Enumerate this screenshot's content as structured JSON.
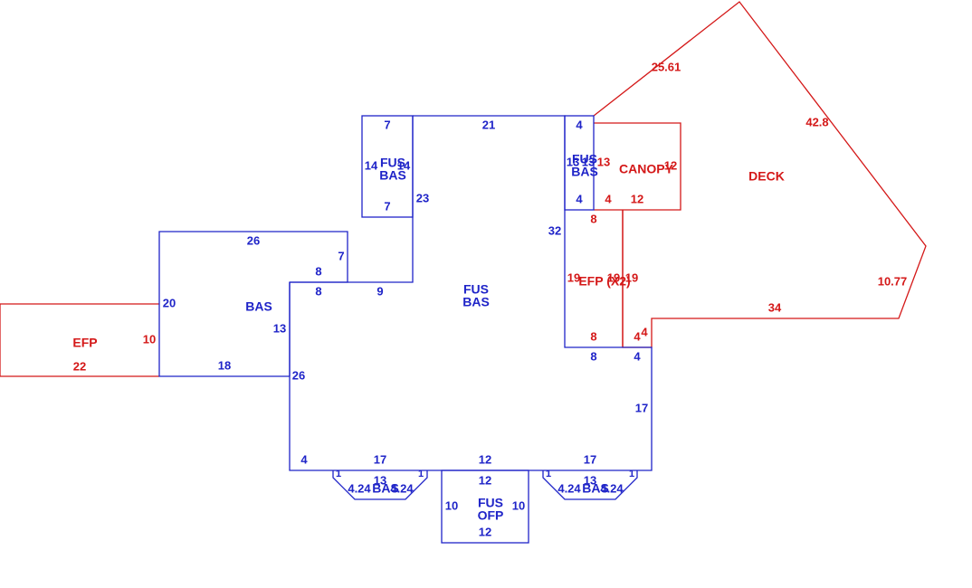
{
  "colors": {
    "living": "#1f24c8",
    "other": "#d41818",
    "background": "#ffffff"
  },
  "labels": {
    "fus_bas_main_1": "FUS",
    "fus_bas_main_2": "BAS",
    "fus_bas_top_1": "FUS",
    "fus_bas_top_2": "BAS",
    "fus_bas_right_1": "FUS",
    "fus_bas_right_2": "BAS",
    "fus_ofp_1": "FUS",
    "fus_ofp_2": "OFP",
    "bas_left": "BAS",
    "bas_bay_left": "BAS",
    "bas_bay_right": "BAS",
    "efp_left": "EFP",
    "efp_x2": "EFP (X2)",
    "canopy": "CANOPY",
    "deck": "DECK"
  },
  "dims": {
    "efp_bottom": "22",
    "efp_right": "10",
    "bas_top": "26",
    "bas_left": "20",
    "bas_bottom": "18",
    "bas_right_upper": "7",
    "bas_right_lower": "13",
    "bas_step": "8",
    "main_step_inner": "8",
    "main_step_top": "9",
    "main_left": "26",
    "main_top": "21",
    "main_tower_right": "23",
    "main_right": "32",
    "main_bottom_left_corner": "4",
    "main_bottom_left": "17",
    "main_bottom_center": "12",
    "main_bottom_right": "17",
    "main_right_lower": "17",
    "main_right_step": "4",
    "efp2_bottom_inner": "8",
    "top_box_top": "7",
    "top_box_bottom": "7",
    "top_box_left": "14",
    "top_box_right": "14",
    "right_box_top": "4",
    "right_box_bottom": "4",
    "right_box_left": "13",
    "right_box_right": "13",
    "canopy_left": "13",
    "canopy_right": "12",
    "canopy_bottom": "12",
    "canopy_bottom_left": "4",
    "efp2_top": "8",
    "efp2_left": "19",
    "efp2_right_a": "19",
    "efp2_right_b": "19",
    "efp2_bottom": "8",
    "efp2_step": "4",
    "deck_upper_left": "25.61",
    "deck_upper_right": "42.8",
    "deck_right": "10.77",
    "deck_bottom": "34",
    "deck_step": "4",
    "bay_left_side_a": "1",
    "bay_left_side_b": "1",
    "bay_left_diag_a": "4.24",
    "bay_left_bottom": "13",
    "bay_left_diag_b": "4.24",
    "bay_right_side_a": "1",
    "bay_right_side_b": "1",
    "bay_right_diag_a": "4.24",
    "bay_right_bottom": "13",
    "bay_right_diag_b": "4.24",
    "ofp_top": "12",
    "ofp_left": "10",
    "ofp_right": "10",
    "ofp_bottom": "12"
  }
}
